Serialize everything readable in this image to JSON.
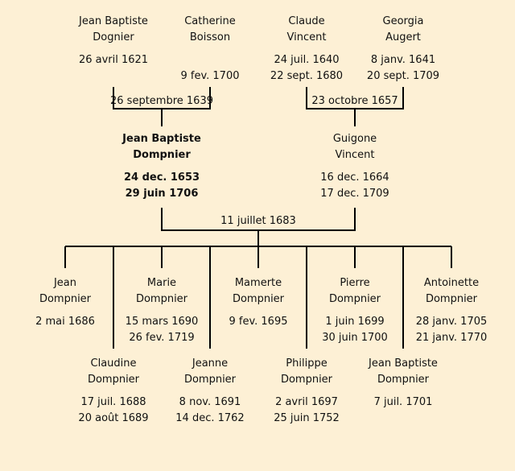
{
  "people": {
    "p1": {
      "first": "Jean Baptiste",
      "last": "Dognier",
      "born": "26 avril 1621",
      "died": ""
    },
    "p2": {
      "first": "Catherine",
      "last": "Boisson",
      "born": "",
      "died": "9 fev. 1700"
    },
    "p3": {
      "first": "Claude",
      "last": "Vincent",
      "born": "24 juil. 1640",
      "died": "22 sept. 1680"
    },
    "p4": {
      "first": "Georgia",
      "last": "Augert",
      "born": "8 janv. 1641",
      "died": "20 sept. 1709"
    },
    "father": {
      "first": "Jean Baptiste",
      "last": "Dompnier",
      "born": "24 dec. 1653",
      "died": "29 juin 1706"
    },
    "mother": {
      "first": "Guigone",
      "last": "Vincent",
      "born": "16 dec. 1664",
      "died": "17 dec. 1709"
    },
    "c1": {
      "first": "Jean",
      "last": "Dompnier",
      "born": "2 mai 1686",
      "died": ""
    },
    "c2": {
      "first": "Claudine",
      "last": "Dompnier",
      "born": "17 juil. 1688",
      "died": "20 août 1689"
    },
    "c3": {
      "first": "Marie",
      "last": "Dompnier",
      "born": "15 mars 1690",
      "died": "26 fev. 1719"
    },
    "c4": {
      "first": "Jeanne",
      "last": "Dompnier",
      "born": "8 nov. 1691",
      "died": "14 dec. 1762"
    },
    "c5": {
      "first": "Mamerte",
      "last": "Dompnier",
      "born": "9 fev. 1695",
      "died": ""
    },
    "c6": {
      "first": "Philippe",
      "last": "Dompnier",
      "born": "2 avril 1697",
      "died": "25 juin 1752"
    },
    "c7": {
      "first": "Pierre",
      "last": "Dompnier",
      "born": "1 juin 1699",
      "died": "30 juin 1700"
    },
    "c8": {
      "first": "Jean Baptiste",
      "last": "Dompnier",
      "born": "7 juil. 1701",
      "died": ""
    },
    "c9": {
      "first": "Antoinette",
      "last": "Dompnier",
      "born": "28 janv. 1705",
      "died": "21 janv. 1770"
    }
  },
  "marriages": {
    "m1": "26 septembre 1639",
    "m2": "23 octobre 1657",
    "m3": "11 juillet 1683"
  },
  "colors": {
    "background": "#fdf0d5",
    "line": "#000000",
    "text": "#111111"
  }
}
